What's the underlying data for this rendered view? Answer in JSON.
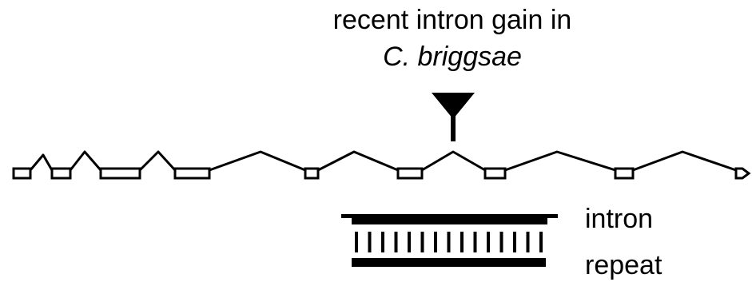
{
  "annotation": {
    "line1": "recent intron gain in",
    "line2": "C. briggsae"
  },
  "legend": {
    "intron_label": "intron",
    "repeat_label": "repeat"
  },
  "gene_model": {
    "exon_count": 9,
    "intron_count": 8,
    "arrow": "right",
    "marker": "inverted-triangle-icon"
  },
  "repeat": {
    "rungs": 15
  },
  "colors": {
    "stroke": "#000000",
    "fill": "#ffffff"
  }
}
